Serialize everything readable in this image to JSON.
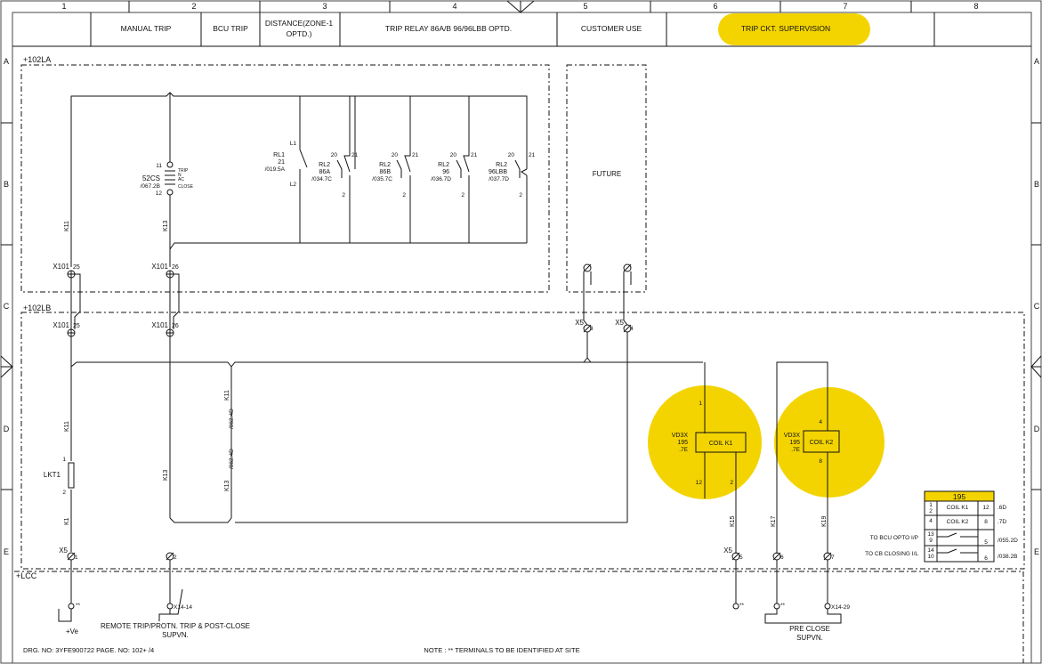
{
  "columns": [
    "1",
    "2",
    "3",
    "4",
    "5",
    "6",
    "7",
    "8"
  ],
  "rows": [
    "A",
    "B",
    "C",
    "D",
    "E"
  ],
  "title_blocks": {
    "manual_trip": "MANUAL TRIP",
    "bcu_trip": "BCU TRIP",
    "distance_l1": "DISTANCE(ZONE-1",
    "distance_l2": "OPTD.)",
    "trip_relay": "TRIP RELAY 86A/B 96/96LBB OPTD.",
    "customer_use": "CUSTOMER USE",
    "trip_ckt_supervision": "TRIP CKT. SUPERVISION"
  },
  "panels": {
    "la": "+102LA",
    "lb": "+102LB",
    "lcc": "+LCC",
    "future": "FUTURE"
  },
  "switch_52cs": {
    "t11": "11",
    "t12": "12",
    "name": "52CS",
    "ref": "/067.2B",
    "pos": [
      "TRIP",
      "N",
      "AC",
      "CLOSE"
    ]
  },
  "relays": [
    {
      "t20": "L1",
      "t21": "21",
      "name": "RL1",
      "code": "21",
      "ref": "/019.5A",
      "t2": "L2"
    },
    {
      "t20": "20",
      "t21": "21",
      "name": "RL2",
      "code": "86A",
      "ref": "/034.7C",
      "t2": "2"
    },
    {
      "t20": "20",
      "t21": "21",
      "name": "RL2",
      "code": "86B",
      "ref": "/035.7C",
      "t2": "2"
    },
    {
      "t20": "20",
      "t21": "21",
      "name": "RL2",
      "code": "96",
      "ref": "/036.7D",
      "t2": "2"
    },
    {
      "t20": "20",
      "t21": "21",
      "name": "RL2",
      "code": "96LBB",
      "ref": "/037.7D",
      "t2": "2"
    }
  ],
  "wires": {
    "k11": "K11",
    "k13": "K13",
    "k1": "K1",
    "k15": "K15",
    "k17": "K17",
    "k19": "K19",
    "ref1": "/062.4D",
    "ref2": "/062.4D"
  },
  "terminals": {
    "x101": "X101",
    "n25": "25",
    "n26": "26",
    "x5": "X5",
    "n1": "1",
    "n2": "2",
    "n3": "3",
    "n4": "4",
    "n5": "5",
    "n6": "6",
    "n7": "7",
    "x14_14": "X14-14",
    "x14_29": "X14-29",
    "star": "**"
  },
  "lkt": {
    "name": "LKT1",
    "p1": "1",
    "p2": "2"
  },
  "coil_k1": {
    "vd": "VD3X",
    "num": "195",
    "ref": ".7E",
    "label": "COIL K1",
    "top": "1",
    "b1": "12",
    "b2": "2"
  },
  "coil_k2": {
    "vd": "VD3X",
    "num": "195",
    "ref": ".7E",
    "label": "COIL K2",
    "top": "4",
    "bot": "8"
  },
  "legend": {
    "header": "195",
    "rows": [
      {
        "pins": "1\n2",
        "name": "COIL K1",
        "pin": "12",
        "ref": ".6D"
      },
      {
        "pins": "4",
        "name": "COIL K2",
        "pin": "8",
        "ref": ".7D"
      },
      {
        "pins": "13\n9",
        "name": "",
        "pin": "5",
        "ref": "/055.2D"
      },
      {
        "pins": "14\n10",
        "name": "",
        "pin": "6",
        "ref": "/038.2B"
      }
    ],
    "bcu_opto": "TO BCU OPTO I/P",
    "cb_closing": "TO CB CLOSING I/L"
  },
  "bottom": {
    "plus_ve": "+Ve",
    "remote_l1": "REMOTE TRIP/PROTN. TRIP & POST-CLOSE",
    "remote_l2": "SUPVN.",
    "pre_l1": "PRE CLOSE",
    "pre_l2": "SUPVN.",
    "drg": "DRG. NO: 3YFE900722 PAGE. NO: 102+ /4",
    "note": "NOTE : ** TERMINALS TO BE IDENTIFIED AT SITE"
  },
  "colors": {
    "highlight": "#f3d400",
    "line": "#111111"
  }
}
